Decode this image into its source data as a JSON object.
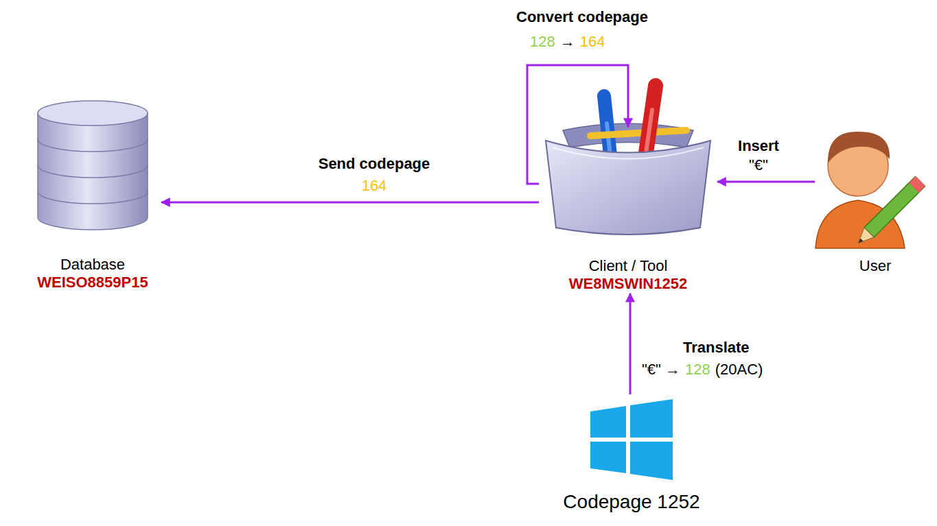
{
  "diagram": {
    "nodes": [
      {
        "text": [
          "Database",
          "WEISO8859P15"
        ]
      },
      {
        "text": [
          "Client / Tool",
          "WE8MSWIN1252"
        ]
      },
      {
        "text": [
          "User"
        ]
      },
      {
        "text": [
          "Codepage 1252"
        ]
      }
    ],
    "edges": [
      {
        "from": 1,
        "to": 1,
        "label": "Convert codepage",
        "arrow": "to"
      },
      {
        "from": 1,
        "to": 0,
        "label": "Send codepage",
        "arrow": "to"
      },
      {
        "from": 2,
        "to": 1,
        "label": "Insert",
        "arrow": "to"
      },
      {
        "from": 3,
        "to": 1,
        "label": "Translate",
        "arrow": "to"
      }
    ],
    "labels": [
      "128",
      "→",
      "164",
      "164",
      "\"€\"",
      "\"€\" →",
      "128",
      "(20AC)"
    ]
  }
}
